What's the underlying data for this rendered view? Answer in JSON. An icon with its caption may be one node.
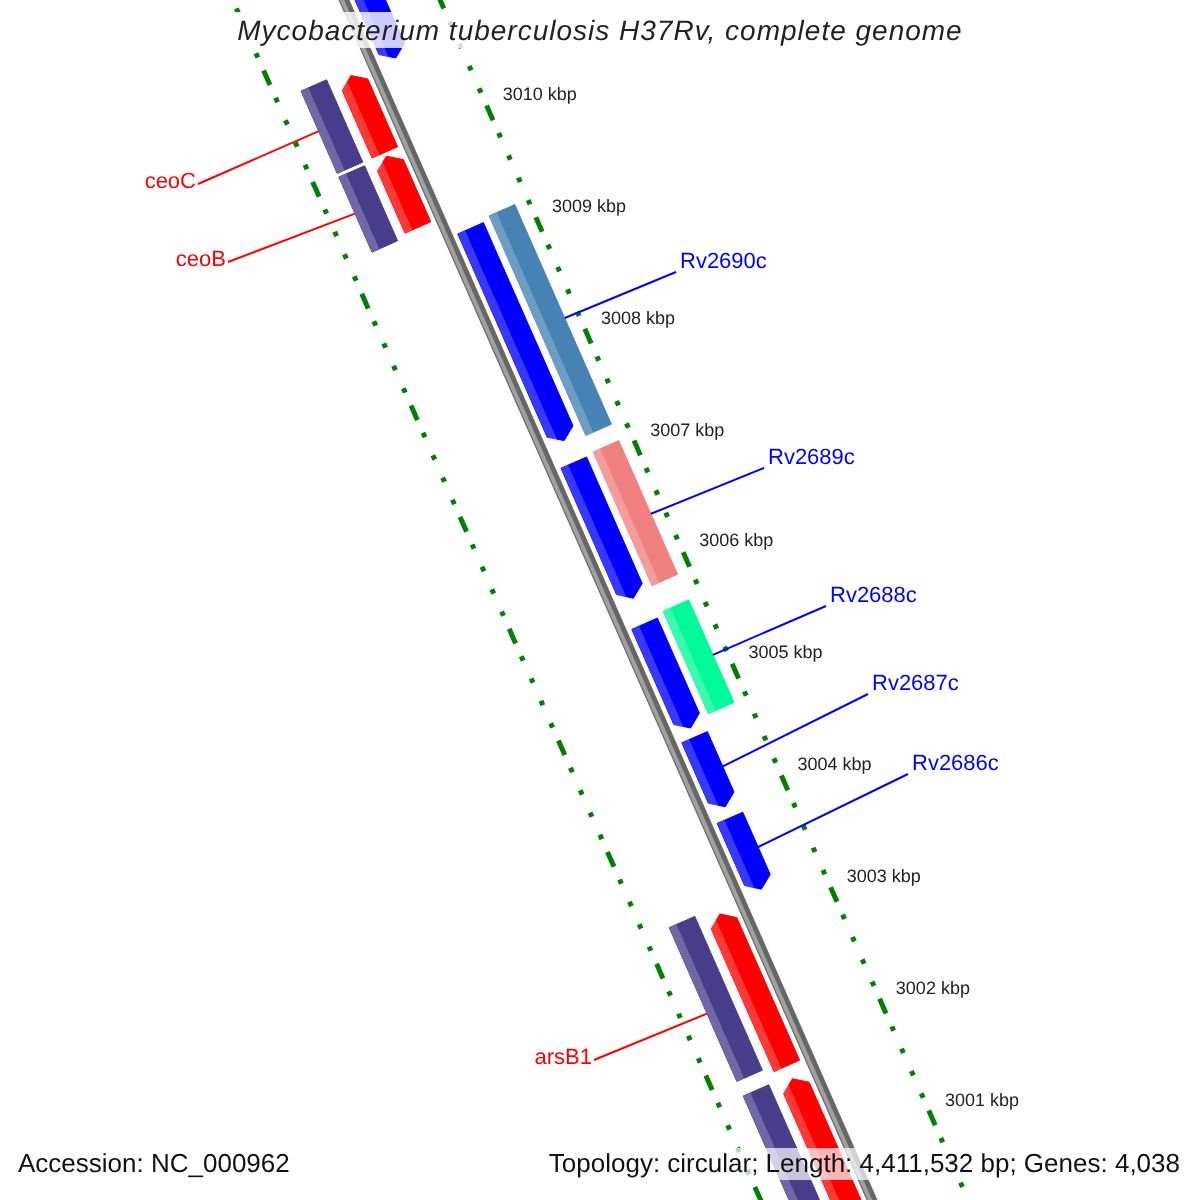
{
  "diagram": {
    "title": "Mycobacterium tuberculosis H37Rv, complete genome",
    "nodes": [
      {
        "text": [
          "ceoC"
        ]
      },
      {
        "text": [
          "ceoB"
        ]
      },
      {
        "text": [],
        "shape": "bar"
      },
      {
        "text": [],
        "shape": "bar"
      },
      {
        "text": [
          "Rv2690c"
        ]
      },
      {
        "text": [],
        "shape": "bar"
      },
      {
        "text": [
          "Rv2689c"
        ]
      },
      {
        "text": [],
        "shape": "bar"
      },
      {
        "text": [
          "Rv2688c"
        ]
      },
      {
        "text": [],
        "shape": "bar"
      },
      {
        "text": [
          "Rv2687c"
        ]
      },
      {
        "text": [],
        "shape": "bar"
      },
      {
        "text": [
          "Rv2686c"
        ]
      },
      {
        "text": [],
        "shape": "bar"
      },
      {
        "text": [
          "arsB1"
        ]
      },
      {
        "text": [],
        "shape": "bar"
      }
    ],
    "edges": [
      {
        "from": 0,
        "to": 2,
        "arrow": "none",
        "color": "#ff0000"
      },
      {
        "from": 1,
        "to": 3,
        "arrow": "none",
        "color": "#ff0000"
      },
      {
        "from": 4,
        "to": 5,
        "arrow": "none"
      },
      {
        "from": 6,
        "to": 7,
        "arrow": "none"
      },
      {
        "from": 8,
        "to": 9,
        "arrow": "none"
      },
      {
        "from": 10,
        "to": 11,
        "arrow": "none"
      },
      {
        "from": 12,
        "to": 13,
        "arrow": "none"
      },
      {
        "from": 14,
        "to": 15,
        "arrow": "none",
        "color": "#ff0000"
      }
    ],
    "labels": [
      "3010 kbp",
      "3009 kbp",
      "3008 kbp",
      "3007 kbp",
      "3006 kbp",
      "3005 kbp",
      "3004 kbp",
      "3003 kbp",
      "3002 kbp",
      "3001 kbp",
      "Accession: NC_000962",
      "Topology: circular; Length: 4,411,532 bp; Genes: 4,038"
    ]
  }
}
